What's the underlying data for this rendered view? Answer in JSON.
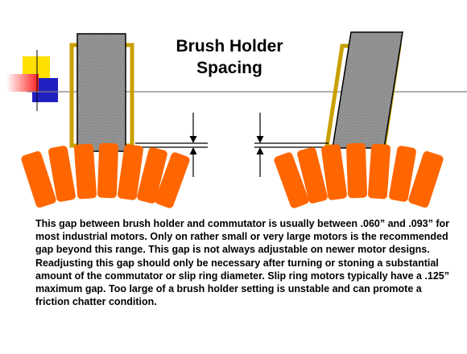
{
  "title": {
    "line1": "Brush Holder",
    "line2": "Spacing"
  },
  "caption": "This gap between brush holder and commutator is usually between .060” and .093” for most industrial motors.  Only on rather small or very large motors is the recommended gap beyond this range.  This gap is not always adjustable on newer motor designs.   Readjusting this gap should only be necessary after turning or stoning a substantial amount of the commutator or slip ring diameter.  Slip ring motors typically have a .125” maximum gap.  Too large of a brush holder setting is unstable and can promote a friction chatter condition.",
  "colors": {
    "commutator_bar": "#ff6600",
    "brush_holder": "#c8a000",
    "brush": "#8c8c8c",
    "logo_yellow": "#ffe000",
    "logo_red": "#ff2020",
    "logo_blue": "#2020c0"
  }
}
